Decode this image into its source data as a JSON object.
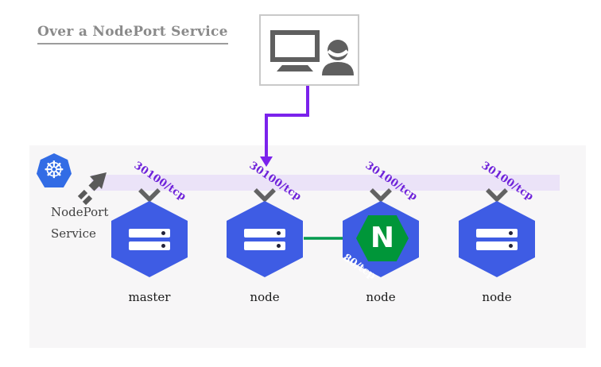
{
  "title": "Over a NodePort Service",
  "service_callout": {
    "line1": "NodePort",
    "line2": "Service"
  },
  "kubernetes": {
    "wheel_glyph": "☸",
    "icon": "kubernetes-wheel-icon"
  },
  "client": {
    "icons": [
      "monitor-icon",
      "user-icon"
    ]
  },
  "nodes": [
    {
      "label": "master",
      "nodeport": "30100/tcp",
      "content": "server"
    },
    {
      "label": "node",
      "nodeport": "30100/tcp",
      "content": "server"
    },
    {
      "label": "node",
      "nodeport": "30100/tcp",
      "content": "nginx",
      "pod_port": "80/tcp",
      "nginx_letter": "N"
    },
    {
      "label": "node",
      "nodeport": "30100/tcp",
      "content": "server"
    }
  ],
  "arrows": {
    "client_to_node": "arrow-down-purple",
    "nodeport_callout": "arrow-up-right-gray",
    "pod_traffic": "arrow-right-green"
  },
  "colors": {
    "hexagon_blue": "#3e5ce4",
    "kubernetes_blue": "#326ce5",
    "nginx_green": "#009639",
    "traffic_green": "#009a4e",
    "port_text_purple": "#6e22da",
    "client_arrow_purple": "#7b22ec",
    "band_lavender": "#ebe3f8",
    "panel_gray": "#f7f6f7",
    "title_gray": "#8a8a8a",
    "icon_gray": "#5f5f5f"
  }
}
